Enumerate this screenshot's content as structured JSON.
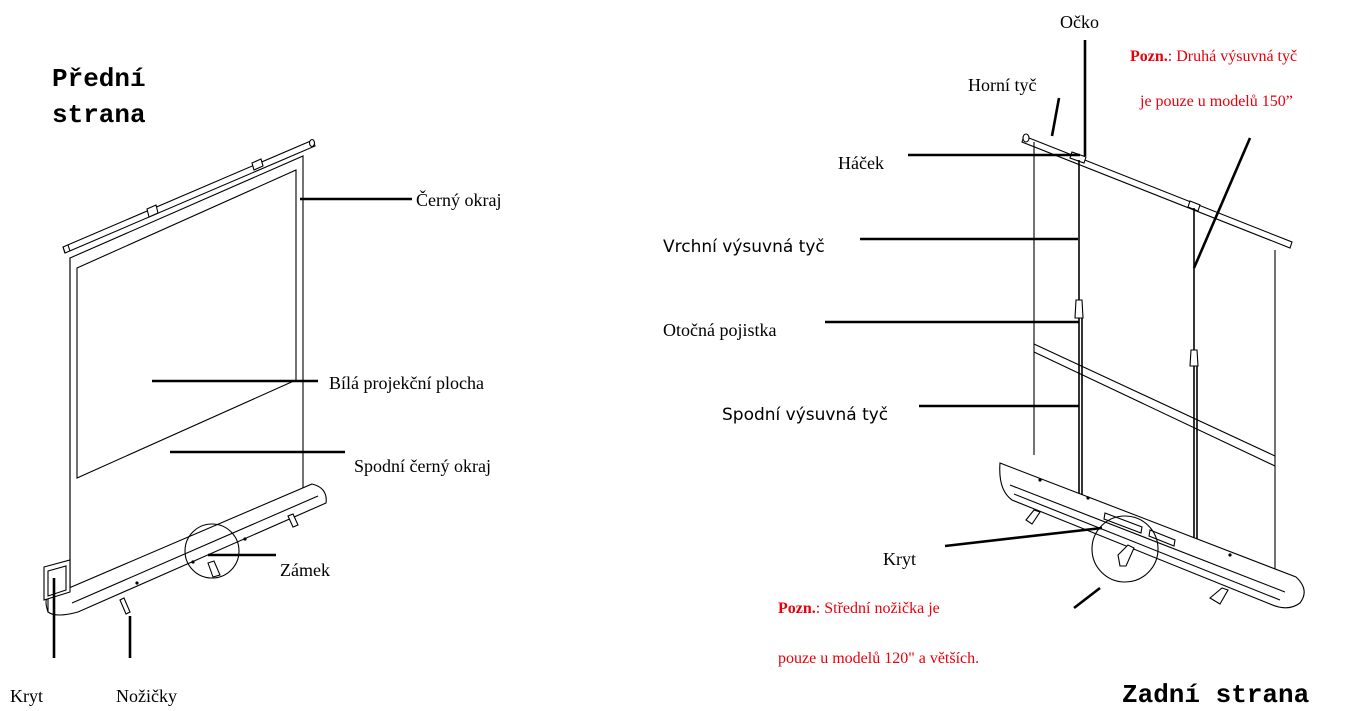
{
  "front": {
    "title_line1": "Přední",
    "title_line2": "strana",
    "labels": {
      "black_border": "Černý okraj",
      "white_surface": "Bílá projekční plocha",
      "bottom_border": "Spodní černý okraj",
      "lock": "Zámek",
      "cover": "Kryt",
      "feet": "Nožičky"
    }
  },
  "back": {
    "title": "Zadní strana",
    "labels": {
      "eyelet": "Očko",
      "top_bar": "Horní tyč",
      "hook": "Háček",
      "upper_rod": "Vrchní výsuvná tyč",
      "rotary_lock": "Otočná pojistka",
      "lower_rod": "Spodní výsuvná tyč",
      "cover": "Kryt"
    },
    "note1": {
      "prefix": "Pozn.",
      "line1": ":  Druhá výsuvná tyč",
      "line2": "je pouze u modelů 150”"
    },
    "note2": {
      "prefix": "Pozn.",
      "line1": ": Střední nožička je",
      "line2": "pouze u modelů 120\" a větších."
    }
  },
  "colors": {
    "note": "#e8000b",
    "lines": "#000000",
    "background": "#ffffff"
  }
}
